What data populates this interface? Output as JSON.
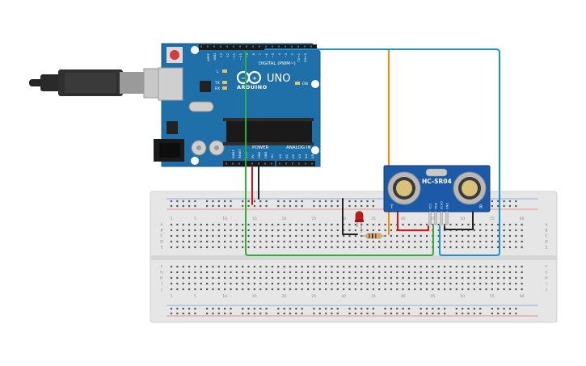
{
  "board": {
    "brand": "ARDUINO",
    "model": "UNO",
    "digital_label": "DIGITAL (PWM~)",
    "power_label": "POWER",
    "analog_label": "ANALOG IN",
    "on_label": "ON",
    "led_labels": [
      "L",
      "TX",
      "RX"
    ],
    "analog_pins": [
      "A0",
      "A1",
      "A2",
      "A3",
      "A4",
      "A5"
    ],
    "power_pins": [
      "IOREF",
      "RESET",
      "3.3V",
      "5V",
      "GND",
      "GND",
      "Vin"
    ],
    "digital_pins": [
      "AREF",
      "GND",
      "13",
      "12",
      "~11",
      "~10",
      "~9",
      "8",
      "7",
      "~6",
      "~5",
      "4",
      "~3",
      "2",
      "TX→1",
      "RX←0"
    ]
  },
  "sensor": {
    "name": "HC-SR04",
    "pin_labels": [
      "VCC",
      "TRIG",
      "ECHO",
      "GND"
    ],
    "side_t": "T",
    "side_r": "R"
  },
  "breadboard": {
    "column_numbers": [
      "1",
      "5",
      "10",
      "15",
      "20",
      "25",
      "30",
      "35",
      "40",
      "45",
      "50",
      "55",
      "60"
    ],
    "row_letters_top": [
      "A",
      "B",
      "C",
      "D",
      "E"
    ],
    "row_letters_bottom": [
      "F",
      "G",
      "H",
      "I",
      "J"
    ]
  },
  "colors": {
    "board_blue": "#1f6fa8",
    "wire_orange": "#f08a00",
    "wire_blue": "#1f8fcf",
    "wire_green": "#2fae3a",
    "wire_red": "#e01010",
    "wire_black": "#222222",
    "sensor_blue": "#1b5aa6",
    "led_red": "#b81c1c"
  }
}
